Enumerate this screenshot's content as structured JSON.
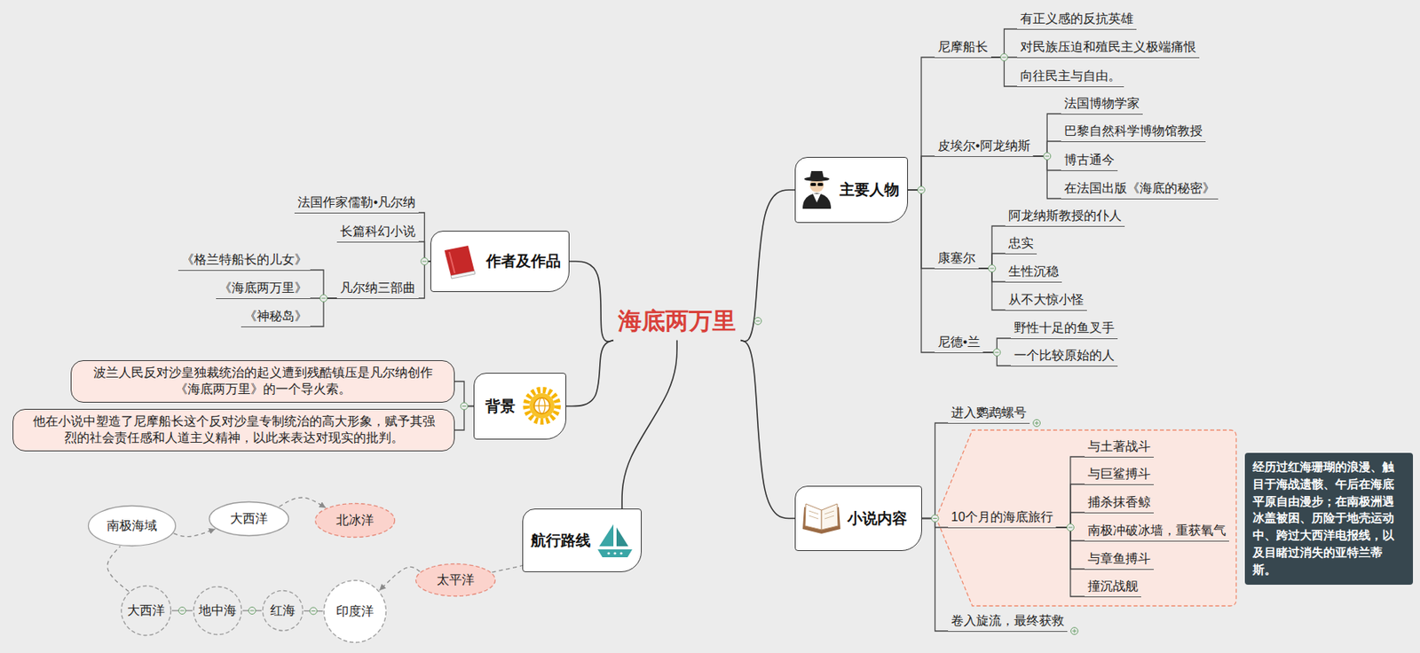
{
  "diagram": {
    "nodes": [
      {
        "text": [
          "海底两万里"
        ]
      },
      {
        "text": [
          "作者及作品"
        ]
      },
      {
        "text": [
          "法国作家儒勒•凡尔纳"
        ]
      },
      {
        "text": [
          "长篇科幻小说"
        ]
      },
      {
        "text": [
          "凡尔纳三部曲"
        ]
      },
      {
        "text": [
          "《格兰特船长的儿女》"
        ]
      },
      {
        "text": [
          "《海底两万里》"
        ]
      },
      {
        "text": [
          "《神秘岛》"
        ]
      },
      {
        "text": [
          "背景"
        ]
      },
      {
        "text": [
          "波兰人民反对沙皇独裁统治的起义遭到残酷镇压是凡尔纳创作《海底两万里》的一个导火索。"
        ]
      },
      {
        "text": [
          "他在小说中塑造了尼摩船长这个反对沙皇专制统治的高大形象，赋予其强烈的社会责任感和人道主义精神，以此来表达对现实的批判。"
        ]
      },
      {
        "text": [
          "航行路线"
        ]
      },
      {
        "text": [
          "太平洋"
        ]
      },
      {
        "text": [
          "印度洋"
        ]
      },
      {
        "text": [
          "红海"
        ]
      },
      {
        "text": [
          "地中海"
        ]
      },
      {
        "text": [
          "大西洋"
        ]
      },
      {
        "text": [
          "南极海域"
        ]
      },
      {
        "text": [
          "大西洋"
        ]
      },
      {
        "text": [
          "北冰洋"
        ]
      },
      {
        "text": [
          "主要人物"
        ]
      },
      {
        "text": [
          "尼摩船长"
        ]
      },
      {
        "text": [
          "有正义感的反抗英雄"
        ]
      },
      {
        "text": [
          "对民族压迫和殖民主义极端痛恨"
        ]
      },
      {
        "text": [
          "向往民主与自由。"
        ]
      },
      {
        "text": [
          "皮埃尔•阿龙纳斯"
        ]
      },
      {
        "text": [
          "法国博物学家"
        ]
      },
      {
        "text": [
          "巴黎自然科学博物馆教授"
        ]
      },
      {
        "text": [
          "博古通今"
        ]
      },
      {
        "text": [
          "在法国出版《海底的秘密》"
        ]
      },
      {
        "text": [
          "康塞尔"
        ]
      },
      {
        "text": [
          "阿龙纳斯教授的仆人"
        ]
      },
      {
        "text": [
          "忠实"
        ]
      },
      {
        "text": [
          "生性沉稳"
        ]
      },
      {
        "text": [
          "从不大惊小怪"
        ]
      },
      {
        "text": [
          "尼德•兰"
        ]
      },
      {
        "text": [
          "野性十足的鱼叉手"
        ]
      },
      {
        "text": [
          "一个比较原始的人"
        ]
      },
      {
        "text": [
          "小说内容"
        ]
      },
      {
        "text": [
          "进入鹦鹉螺号"
        ]
      },
      {
        "text": [
          "10个月的海底旅行"
        ]
      },
      {
        "text": [
          "与土著战斗"
        ]
      },
      {
        "text": [
          "与巨鲨搏斗"
        ]
      },
      {
        "text": [
          "捕杀抹香鲸"
        ]
      },
      {
        "text": [
          "南极冲破冰墙，重获氧气"
        ]
      },
      {
        "text": [
          "与章鱼搏斗"
        ]
      },
      {
        "text": [
          "撞沉战舰"
        ]
      },
      {
        "text": [
          "卷入旋流，最终获救"
        ]
      },
      {
        "text": [
          "经历过红海珊瑚的浪漫、触目于海战遗骸、午后在海底平原自由漫步；在南极洲遇冰盖被困、历险于地壳运动中、跨过大西洋电报线，以及目睹过消失的亚特兰蒂斯。"
        ]
      }
    ],
    "edges": [
      {
        "from": 0,
        "to": 1,
        "arrow": "none"
      },
      {
        "from": 0,
        "to": 8,
        "arrow": "none"
      },
      {
        "from": 0,
        "to": 11,
        "arrow": "none"
      },
      {
        "from": 0,
        "to": 20,
        "arrow": "none"
      },
      {
        "from": 0,
        "to": 38,
        "arrow": "none"
      },
      {
        "from": 1,
        "to": 2,
        "arrow": "none"
      },
      {
        "from": 1,
        "to": 3,
        "arrow": "none"
      },
      {
        "from": 1,
        "to": 4,
        "arrow": "none"
      },
      {
        "from": 4,
        "to": 5,
        "arrow": "none"
      },
      {
        "from": 4,
        "to": 6,
        "arrow": "none"
      },
      {
        "from": 4,
        "to": 7,
        "arrow": "none"
      },
      {
        "from": 8,
        "to": 9,
        "arrow": "none"
      },
      {
        "from": 8,
        "to": 10,
        "arrow": "none"
      },
      {
        "from": 11,
        "to": 12,
        "arrow": "none"
      },
      {
        "from": 12,
        "to": 13,
        "arrow": "to"
      },
      {
        "from": 13,
        "to": 14,
        "arrow": "none"
      },
      {
        "from": 14,
        "to": 15,
        "arrow": "none"
      },
      {
        "from": 15,
        "to": 16,
        "arrow": "none"
      },
      {
        "from": 16,
        "to": 17,
        "arrow": "none"
      },
      {
        "from": 17,
        "to": 18,
        "arrow": "to"
      },
      {
        "from": 18,
        "to": 19,
        "arrow": "to"
      },
      {
        "from": 20,
        "to": 21,
        "arrow": "none"
      },
      {
        "from": 20,
        "to": 25,
        "arrow": "none"
      },
      {
        "from": 20,
        "to": 30,
        "arrow": "none"
      },
      {
        "from": 20,
        "to": 35,
        "arrow": "none"
      },
      {
        "from": 21,
        "to": 22,
        "arrow": "none"
      },
      {
        "from": 21,
        "to": 23,
        "arrow": "none"
      },
      {
        "from": 21,
        "to": 24,
        "arrow": "none"
      },
      {
        "from": 25,
        "to": 26,
        "arrow": "none"
      },
      {
        "from": 25,
        "to": 27,
        "arrow": "none"
      },
      {
        "from": 25,
        "to": 28,
        "arrow": "none"
      },
      {
        "from": 25,
        "to": 29,
        "arrow": "none"
      },
      {
        "from": 30,
        "to": 31,
        "arrow": "none"
      },
      {
        "from": 30,
        "to": 32,
        "arrow": "none"
      },
      {
        "from": 30,
        "to": 33,
        "arrow": "none"
      },
      {
        "from": 30,
        "to": 34,
        "arrow": "none"
      },
      {
        "from": 35,
        "to": 36,
        "arrow": "none"
      },
      {
        "from": 35,
        "to": 37,
        "arrow": "none"
      },
      {
        "from": 38,
        "to": 39,
        "arrow": "none"
      },
      {
        "from": 38,
        "to": 40,
        "arrow": "none"
      },
      {
        "from": 38,
        "to": 47,
        "arrow": "none"
      },
      {
        "from": 40,
        "to": 41,
        "arrow": "none"
      },
      {
        "from": 40,
        "to": 42,
        "arrow": "none"
      },
      {
        "from": 40,
        "to": 43,
        "arrow": "none"
      },
      {
        "from": 40,
        "to": 44,
        "arrow": "none"
      },
      {
        "from": 40,
        "to": 45,
        "arrow": "none"
      },
      {
        "from": 40,
        "to": 46,
        "arrow": "none"
      }
    ]
  }
}
